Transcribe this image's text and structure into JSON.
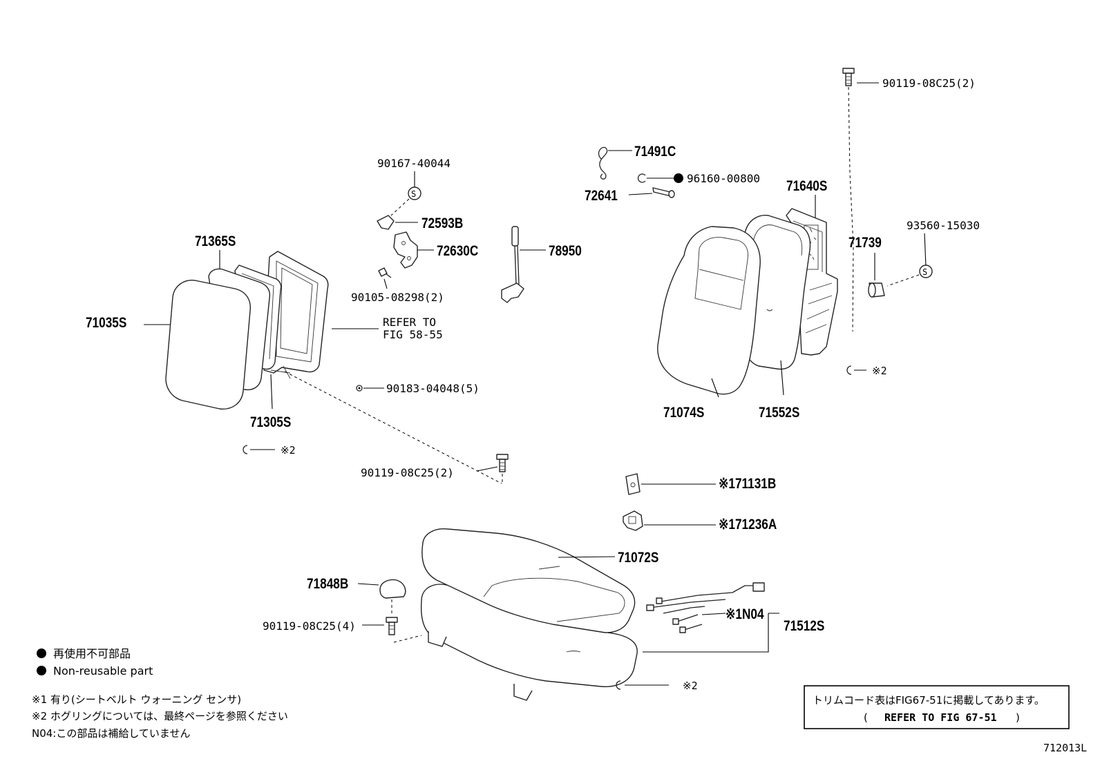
{
  "diagram": {
    "labels": {
      "p90119_top": "90119-08C25(2)",
      "p71491C": "71491C",
      "p96160": "96160-00800",
      "p72641": "72641",
      "p71640S": "71640S",
      "p90167": "90167-40044",
      "p72593B": "72593B",
      "p72630C": "72630C",
      "p78950": "78950",
      "p71365S": "71365S",
      "p71035S": "71035S",
      "p90105": "90105-08298(2)",
      "p93560": "93560-15030",
      "p71739": "71739",
      "refer_line1": "REFER TO",
      "refer_line2": "FIG 58-55",
      "p90183": "90183-04048(5)",
      "p71305S": "71305S",
      "p71074S": "71074S",
      "p71552S": "71552S",
      "mark2_a": "※2",
      "mark2_b": "※2",
      "mark2_c": "※2",
      "p90119_mid": "90119-08C25(2)",
      "p71131B": "※171131B",
      "p71236A": "※171236A",
      "p71072S": "71072S",
      "p71848B": "71848B",
      "p90119_low": "90119-08C25(4)",
      "pN04": "※1N04",
      "p71512S": "71512S"
    },
    "legend": {
      "jp": "再使用不可部品",
      "en": "Non-reusable part"
    },
    "notes": [
      "※1 有り(シートベルト ウォーニング センサ)",
      "※2 ホグリングについては、最終ページを参照ください",
      "N04:この部品は補給していません"
    ],
    "trim_box": {
      "line1": "トリムコード表はFIG67-51に掲載してあります。",
      "line2_open": "(",
      "line2_text": "REFER TO FIG 67-51",
      "line2_close": ")"
    },
    "figure_code": "712013L"
  }
}
